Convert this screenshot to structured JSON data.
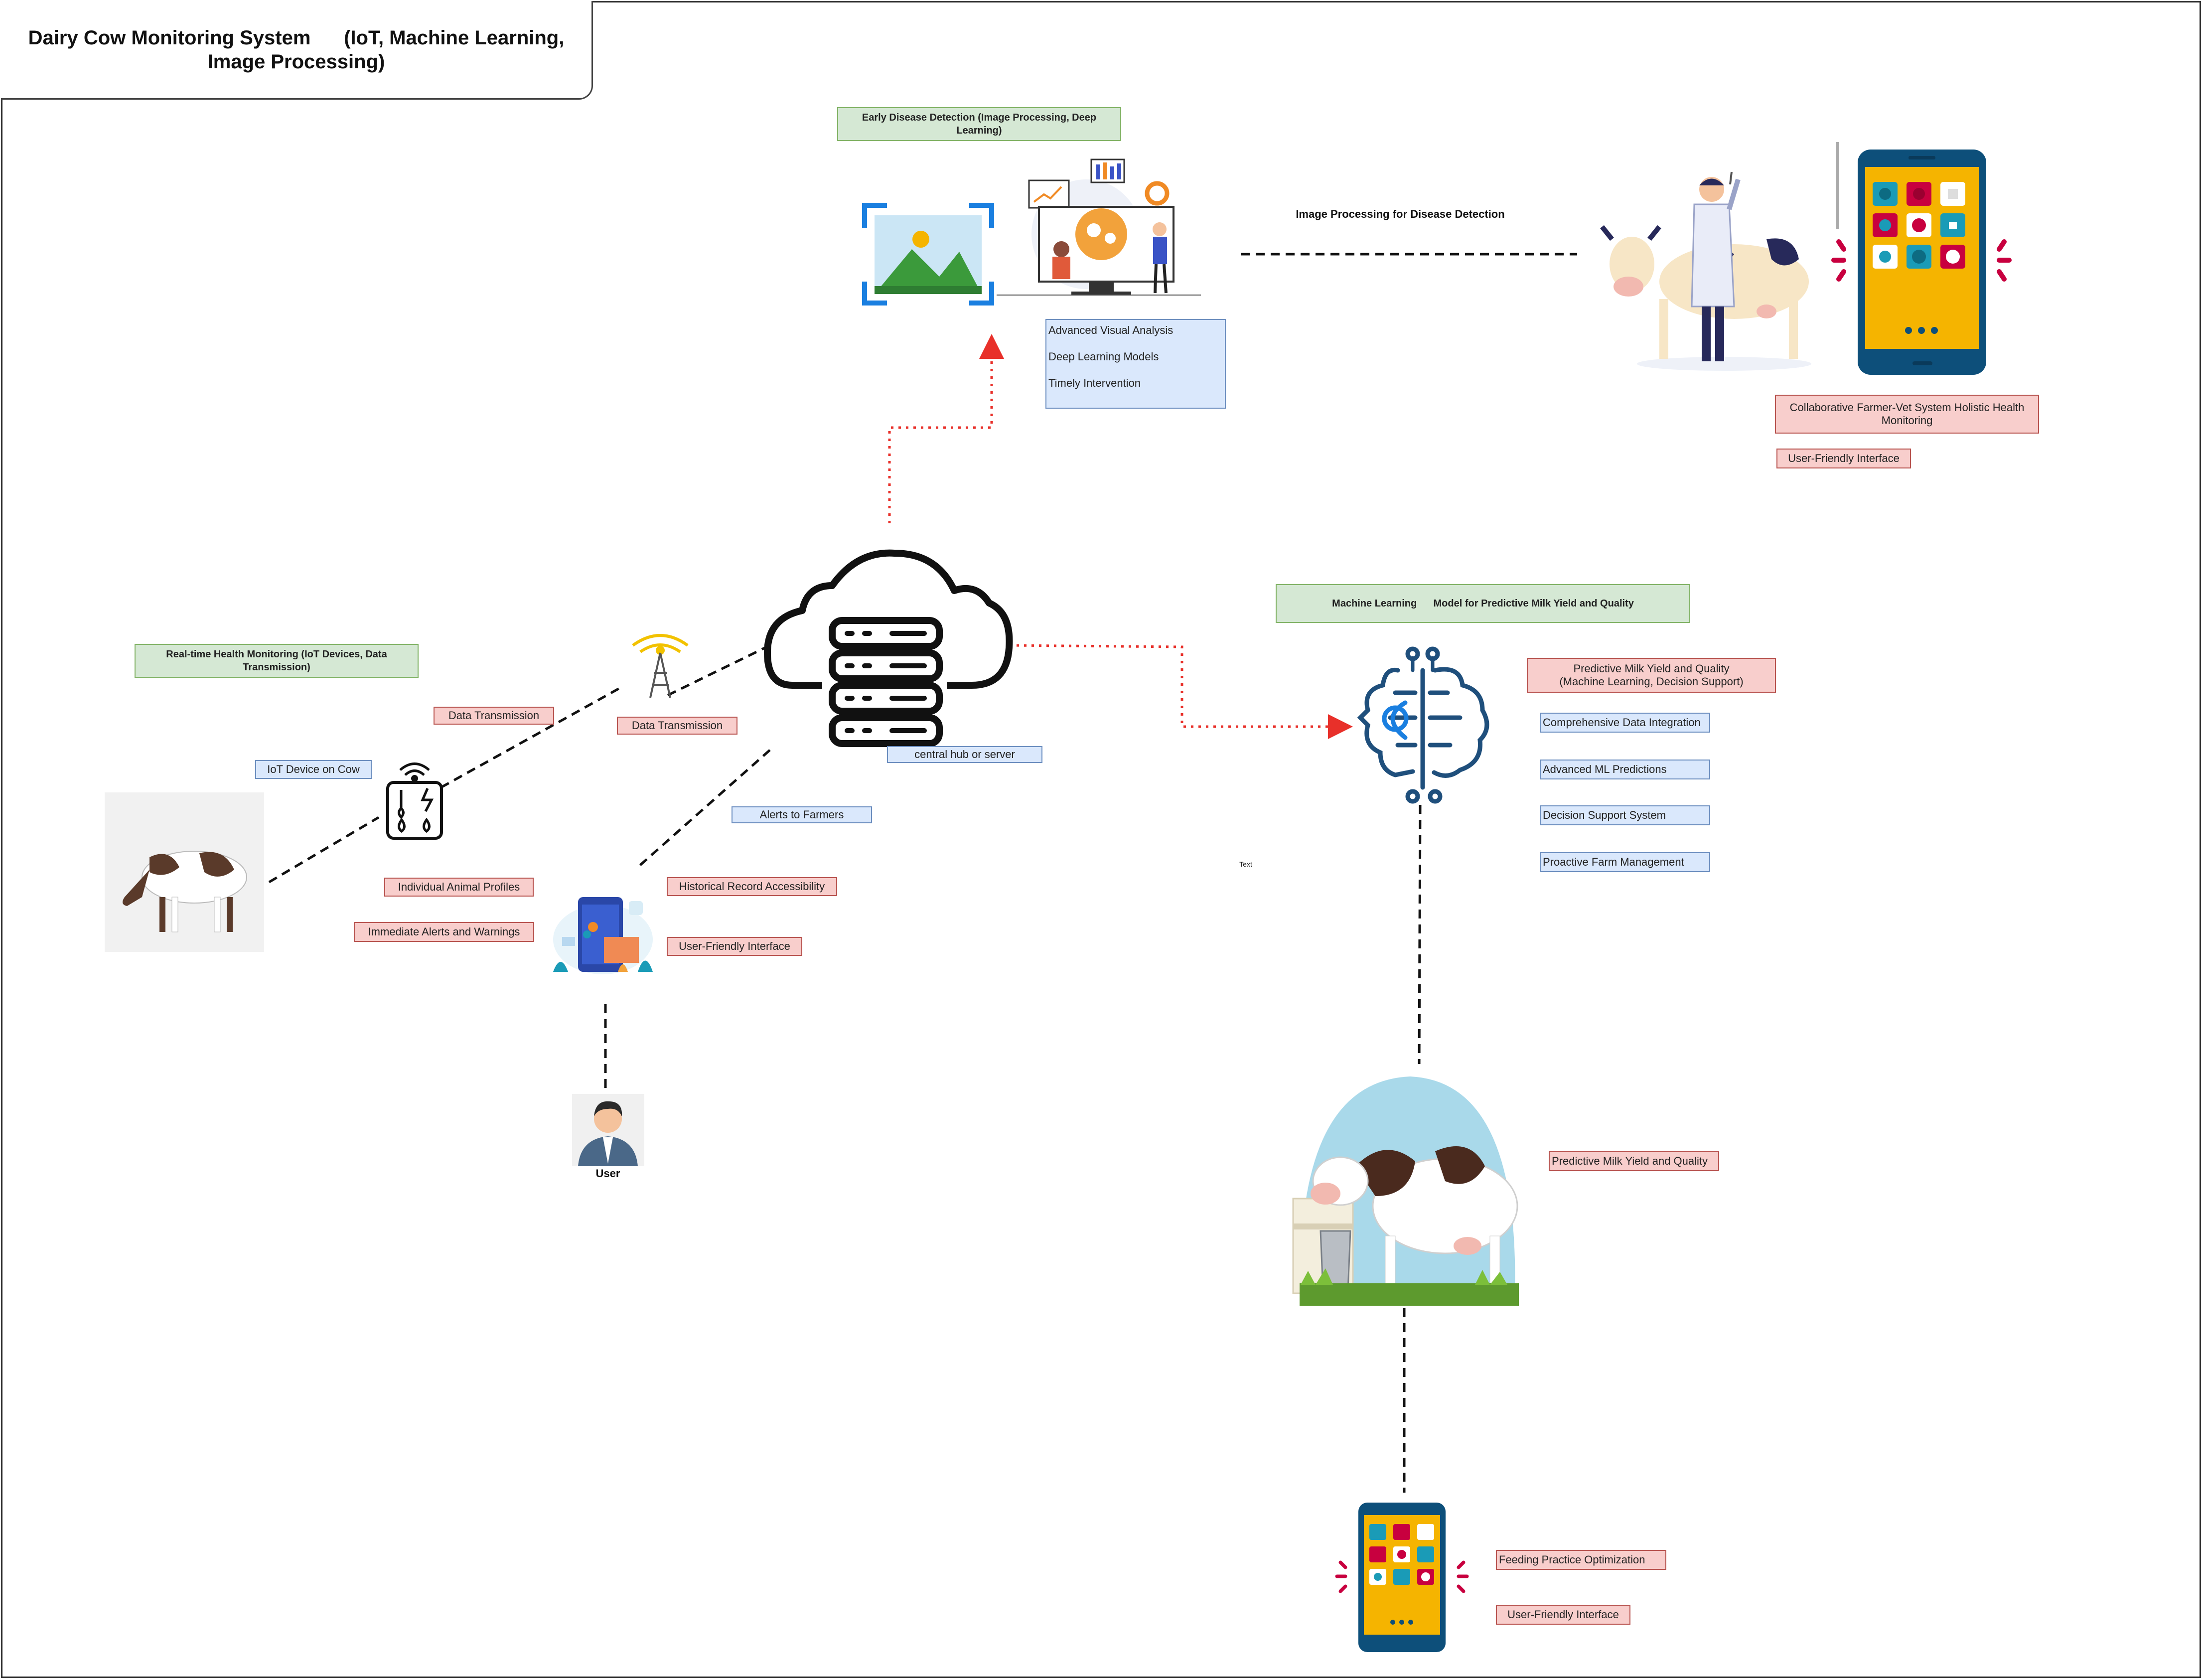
{
  "title": "Dairy Cow Monitoring System      (IoT, Machine Learning, Image Processing)",
  "sections": {
    "disease_detection": "Early Disease Detection (Image Processing, Deep Learning)",
    "realtime_monitoring": "Real-time Health Monitoring (IoT Devices, Data Transmission)",
    "ml_model": "Machine Learning      Model for Predictive Milk Yield and Quality"
  },
  "disease_features": [
    "Advanced Visual Analysis",
    "Deep Learning Models",
    "Timely Intervention"
  ],
  "edge_labels": {
    "image_processing": "Image Processing for Disease Detection"
  },
  "vet_system": {
    "collab": "Collaborative Farmer-Vet System Holistic Health Monitoring",
    "ui": "User-Friendly Interface"
  },
  "iot": {
    "device_on_cow": "IoT Device on Cow",
    "data_transmission_1": "Data Transmission",
    "data_transmission_2": "Data Transmission",
    "hub": "central hub or server",
    "alerts": "Alerts to Farmers"
  },
  "farmer_app": {
    "profiles": "Individual Animal Profiles",
    "alerts_warnings": "Immediate Alerts and Warnings",
    "history": "Historical Record Accessibility",
    "ui": "User-Friendly Interface"
  },
  "user_label": "User",
  "ml": {
    "predictive": "Predictive Milk Yield and Quality\n(Machine Learning, Decision Support)",
    "features": [
      "Comprehensive Data Integration",
      "Advanced ML Predictions",
      "Decision Support System",
      "Proactive Farm Management"
    ],
    "text_placeholder": "Text"
  },
  "milk": {
    "predictive": "Predictive Milk Yield and Quality"
  },
  "mobile": {
    "feeding": "Feeding Practice Optimization",
    "ui": "User-Friendly Interface"
  },
  "colors": {
    "green_fill": "#d5e8d4",
    "pink_fill": "#f8cecc",
    "blue_fill": "#dae8fc",
    "connector_red": "#e8302a",
    "phone_orange": "#f5b400",
    "phone_navy": "#0d4f7a"
  }
}
